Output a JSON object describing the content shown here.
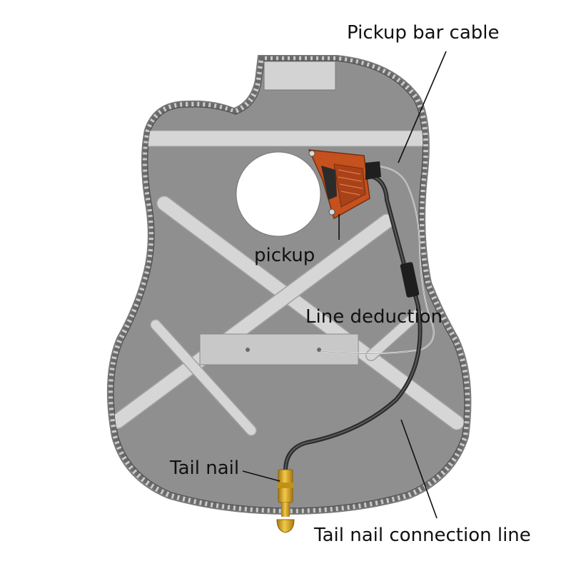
{
  "labels": {
    "pickup_bar_cable": "Pickup bar cable",
    "pickup": "pickup",
    "line_deduction": "Line deduction",
    "tail_nail": "Tail nail",
    "tail_nail_connection_line": "Tail nail connection line"
  },
  "colors": {
    "body_fill": "#8f8f8f",
    "binding_fill": "#c9c9c9",
    "binding_tile": "#6a6a6a",
    "brace": "#d6d6d6",
    "pickup_wood": "#c4511e",
    "cable": "#3a3a3a",
    "tail_nail_brass": "#d9a520",
    "sound_hole": "#ffffff",
    "leader_line": "#111111"
  }
}
